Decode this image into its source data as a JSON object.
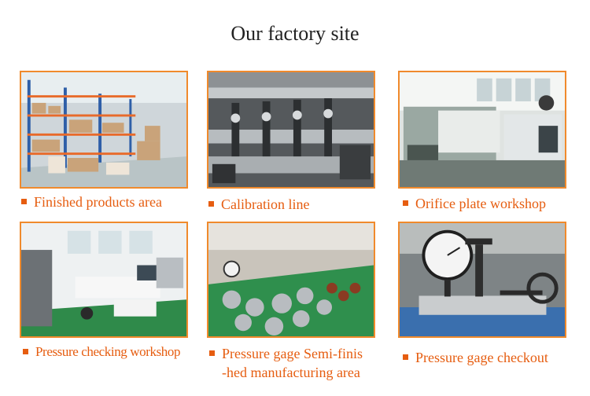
{
  "page_title": "Our factory site",
  "accent_color": "#f08a2c",
  "caption_color": "#e65d10",
  "photos": [
    {
      "caption": "Finished products area",
      "icon": "warehouse-shelves-photo"
    },
    {
      "caption": "Calibration line",
      "icon": "pipeline-photo"
    },
    {
      "caption": "Orifice plate workshop",
      "icon": "lathe-machine-photo"
    },
    {
      "caption": "Pressure checking workshop",
      "icon": "lab-benches-photo"
    },
    {
      "caption_line1": "Pressure gage Semi-finis",
      "caption_line2": "-hed manufacturing area",
      "icon": "assembly-table-photo"
    },
    {
      "caption": "Pressure gage checkout",
      "icon": "pressure-gauge-photo"
    }
  ]
}
